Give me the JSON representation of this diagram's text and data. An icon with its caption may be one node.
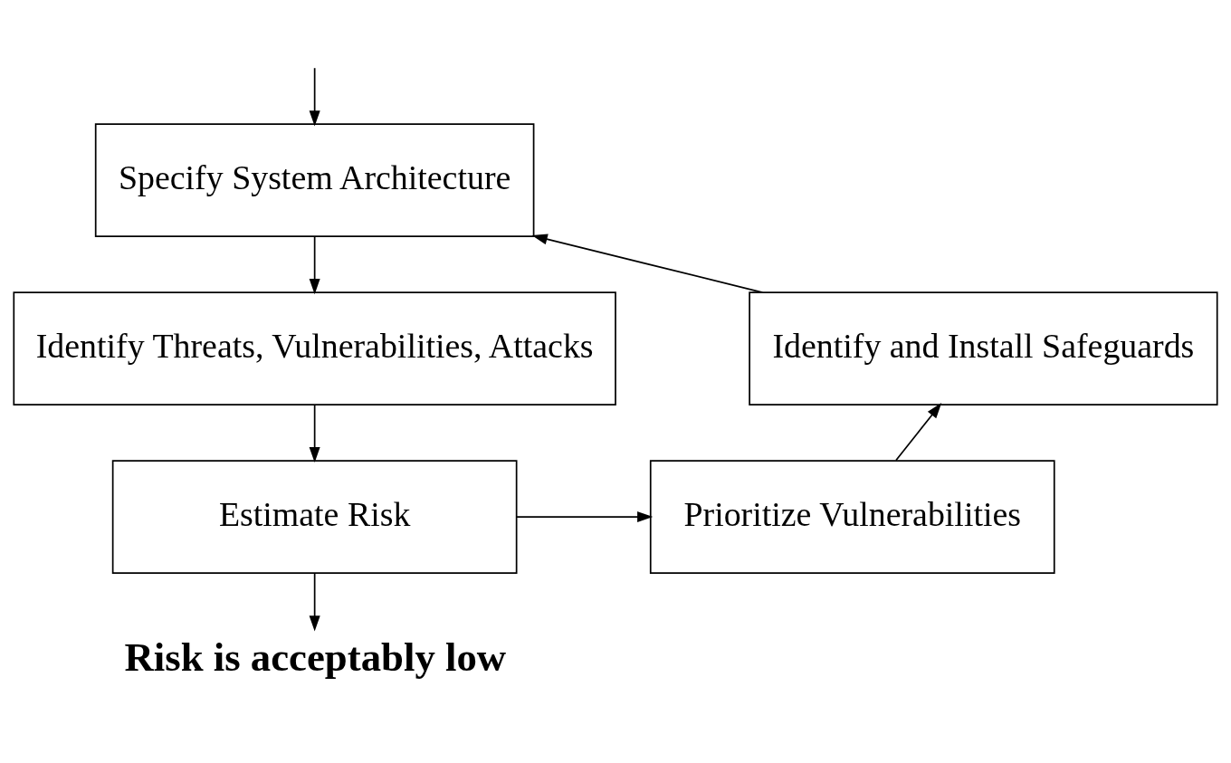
{
  "diagram": {
    "nodes": [
      {
        "text": [
          "Specify System Architecture"
        ]
      },
      {
        "text": [
          "Identify Threats, Vulnerabilities, Attacks"
        ]
      },
      {
        "text": [
          "Estimate Risk"
        ]
      },
      {
        "text": [
          "Prioritize Vulnerabilities"
        ]
      },
      {
        "text": [
          "Identify and Install Safeguards"
        ]
      },
      {
        "text": [
          "Risk is acceptably low"
        ]
      }
    ],
    "edges": [
      {
        "from": null,
        "to": 0,
        "arrow": "to"
      },
      {
        "from": 0,
        "to": 1,
        "arrow": "to"
      },
      {
        "from": 1,
        "to": 2,
        "arrow": "to"
      },
      {
        "from": 2,
        "to": 3,
        "arrow": "to"
      },
      {
        "from": 3,
        "to": 4,
        "arrow": "to"
      },
      {
        "from": 4,
        "to": 0,
        "arrow": "to"
      },
      {
        "from": 2,
        "to": 5,
        "arrow": "to"
      }
    ]
  }
}
